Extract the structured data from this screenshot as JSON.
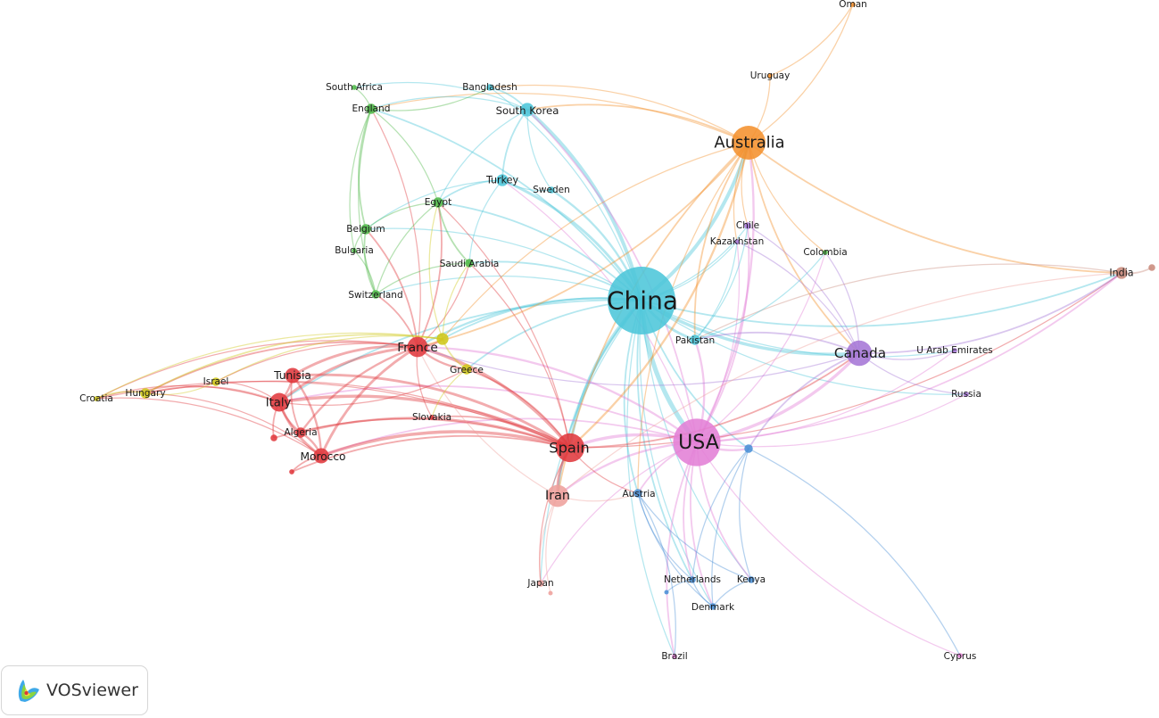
{
  "app": {
    "brand_label": "VOSviewer"
  },
  "clusters": {
    "red": "#e0393e",
    "green": "#4fb848",
    "blue": "#4a8fd6",
    "yellow": "#cfc71a",
    "purple": "#a576d6",
    "cyan": "#4cc6d9",
    "orange": "#f4912d",
    "brown": "#c98b7c",
    "pink": "#e27fd6",
    "salmon": "#eea09c"
  },
  "nodes": [
    {
      "id": "china",
      "label": "China",
      "cluster": "cyan",
      "weight": 40
    },
    {
      "id": "usa",
      "label": "USA",
      "cluster": "pink",
      "weight": 28
    },
    {
      "id": "spain",
      "label": "Spain",
      "cluster": "red",
      "weight": 17
    },
    {
      "id": "australia",
      "label": "Australia",
      "cluster": "orange",
      "weight": 20
    },
    {
      "id": "canada",
      "label": "Canada",
      "cluster": "purple",
      "weight": 15
    },
    {
      "id": "france",
      "label": "France",
      "cluster": "red",
      "weight": 12
    },
    {
      "id": "italy",
      "label": "Italy",
      "cluster": "red",
      "weight": 11
    },
    {
      "id": "iran",
      "label": "Iran",
      "cluster": "salmon",
      "weight": 13
    },
    {
      "id": "morocco",
      "label": "Morocco",
      "cluster": "red",
      "weight": 9
    },
    {
      "id": "tunisia",
      "label": "Tunisia",
      "cluster": "red",
      "weight": 9
    },
    {
      "id": "southkorea",
      "label": "South Korea",
      "cluster": "cyan",
      "weight": 8
    },
    {
      "id": "turkey",
      "label": "Turkey",
      "cluster": "cyan",
      "weight": 7
    },
    {
      "id": "india",
      "label": "India",
      "cluster": "brown",
      "weight": 7
    },
    {
      "id": "pakistan",
      "label": "Pakistan",
      "cluster": "cyan",
      "weight": 6
    },
    {
      "id": "greece",
      "label": "Greece",
      "cluster": "yellow",
      "weight": 6
    },
    {
      "id": "hungary",
      "label": "Hungary",
      "cluster": "yellow",
      "weight": 6
    },
    {
      "id": "egypt",
      "label": "Egypt",
      "cluster": "green",
      "weight": 6
    },
    {
      "id": "belgium",
      "label": "Belgium",
      "cluster": "green",
      "weight": 6
    },
    {
      "id": "england",
      "label": "England",
      "cluster": "green",
      "weight": 6
    },
    {
      "id": "saudi",
      "label": "Saudi Arabia",
      "cluster": "green",
      "weight": 5
    },
    {
      "id": "switzerland",
      "label": "Switzerland",
      "cluster": "green",
      "weight": 5
    },
    {
      "id": "algeria",
      "label": "Algeria",
      "cluster": "red",
      "weight": 6
    },
    {
      "id": "sweden",
      "label": "Sweden",
      "cluster": "cyan",
      "weight": 4
    },
    {
      "id": "austria",
      "label": "Austria",
      "cluster": "blue",
      "weight": 5
    },
    {
      "id": "netherlands",
      "label": "Netherlands",
      "cluster": "blue",
      "weight": 4
    },
    {
      "id": "kenya",
      "label": "Kenya",
      "cluster": "blue",
      "weight": 4
    },
    {
      "id": "denmark",
      "label": "Denmark",
      "cluster": "blue",
      "weight": 4
    },
    {
      "id": "japan",
      "label": "Japan",
      "cluster": "salmon",
      "weight": 4
    },
    {
      "id": "israel",
      "label": "Israel",
      "cluster": "yellow",
      "weight": 5
    },
    {
      "id": "croatia",
      "label": "Croatia",
      "cluster": "yellow",
      "weight": 3
    },
    {
      "id": "slovakia",
      "label": "Slovakia",
      "cluster": "red",
      "weight": 3
    },
    {
      "id": "bulgaria",
      "label": "Bulgaria",
      "cluster": "green",
      "weight": 3
    },
    {
      "id": "southafrica",
      "label": "South Africa",
      "cluster": "green",
      "weight": 3
    },
    {
      "id": "bangladesh",
      "label": "Bangladesh",
      "cluster": "cyan",
      "weight": 4
    },
    {
      "id": "uruguay",
      "label": "Uruguay",
      "cluster": "orange",
      "weight": 3
    },
    {
      "id": "oman",
      "label": "Oman",
      "cluster": "orange",
      "weight": 3
    },
    {
      "id": "chile",
      "label": "Chile",
      "cluster": "purple",
      "weight": 4
    },
    {
      "id": "kazakhstan",
      "label": "Kazakhstan",
      "cluster": "purple",
      "weight": 3
    },
    {
      "id": "colombia",
      "label": "Colombia",
      "cluster": "green",
      "weight": 3
    },
    {
      "id": "uae",
      "label": "U Arab Emirates",
      "cluster": "purple",
      "weight": 3
    },
    {
      "id": "russia",
      "label": "Russia",
      "cluster": "purple",
      "weight": 3
    },
    {
      "id": "brazil",
      "label": "Brazil",
      "cluster": "pink",
      "weight": 3
    },
    {
      "id": "cyprus",
      "label": "Cyprus",
      "cluster": "pink",
      "weight": 3
    },
    {
      "id": "unlabeled_blue",
      "label": "",
      "cluster": "blue",
      "weight": 5
    },
    {
      "id": "unlabeled_yellow",
      "label": "",
      "cluster": "yellow",
      "weight": 7
    },
    {
      "id": "unlabeled_india",
      "label": "",
      "cluster": "brown",
      "weight": 4
    },
    {
      "id": "unlabeled_red1",
      "label": "",
      "cluster": "red",
      "weight": 4
    },
    {
      "id": "unlabeled_red2",
      "label": "",
      "cluster": "red",
      "weight": 3
    },
    {
      "id": "unlabeled_japan",
      "label": "",
      "cluster": "salmon",
      "weight": 2
    },
    {
      "id": "unlabeled_nl",
      "label": "",
      "cluster": "blue",
      "weight": 2
    }
  ],
  "links": [
    [
      "china",
      "usa",
      8
    ],
    [
      "china",
      "spain",
      5
    ],
    [
      "china",
      "australia",
      6
    ],
    [
      "china",
      "canada",
      5
    ],
    [
      "china",
      "southkorea",
      6
    ],
    [
      "china",
      "turkey",
      4
    ],
    [
      "china",
      "france",
      3
    ],
    [
      "china",
      "italy",
      2
    ],
    [
      "china",
      "iran",
      3
    ],
    [
      "china",
      "pakistan",
      4
    ],
    [
      "china",
      "india",
      2
    ],
    [
      "china",
      "sweden",
      3
    ],
    [
      "china",
      "egypt",
      2
    ],
    [
      "china",
      "saudi",
      2
    ],
    [
      "china",
      "austria",
      2
    ],
    [
      "china",
      "netherlands",
      2
    ],
    [
      "china",
      "kenya",
      1
    ],
    [
      "china",
      "denmark",
      1
    ],
    [
      "china",
      "japan",
      1
    ],
    [
      "china",
      "chile",
      1
    ],
    [
      "china",
      "kazakhstan",
      1
    ],
    [
      "china",
      "uae",
      1
    ],
    [
      "china",
      "russia",
      1
    ],
    [
      "china",
      "brazil",
      1
    ],
    [
      "china",
      "greece",
      2
    ],
    [
      "china",
      "england",
      2
    ],
    [
      "china",
      "belgium",
      1
    ],
    [
      "china",
      "switzerland",
      1
    ],
    [
      "china",
      "bangladesh",
      1
    ],
    [
      "china",
      "unlabeled_blue",
      2
    ],
    [
      "china",
      "unlabeled_yellow",
      2
    ],
    [
      "usa",
      "spain",
      5
    ],
    [
      "usa",
      "australia",
      3
    ],
    [
      "usa",
      "canada",
      5
    ],
    [
      "usa",
      "france",
      3
    ],
    [
      "usa",
      "iran",
      3
    ],
    [
      "usa",
      "pakistan",
      3
    ],
    [
      "usa",
      "india",
      2
    ],
    [
      "usa",
      "italy",
      2
    ],
    [
      "usa",
      "austria",
      2
    ],
    [
      "usa",
      "netherlands",
      2
    ],
    [
      "usa",
      "kenya",
      2
    ],
    [
      "usa",
      "denmark",
      2
    ],
    [
      "usa",
      "brazil",
      2
    ],
    [
      "usa",
      "cyprus",
      1
    ],
    [
      "usa",
      "chile",
      2
    ],
    [
      "usa",
      "kazakhstan",
      1
    ],
    [
      "usa",
      "unlabeled_blue",
      3
    ],
    [
      "usa",
      "russia",
      1
    ],
    [
      "usa",
      "uae",
      1
    ],
    [
      "usa",
      "japan",
      1
    ],
    [
      "usa",
      "colombia",
      1
    ],
    [
      "usa",
      "southkorea",
      2
    ],
    [
      "usa",
      "turkey",
      1
    ],
    [
      "usa",
      "morocco",
      2
    ],
    [
      "spain",
      "france",
      5
    ],
    [
      "spain",
      "italy",
      5
    ],
    [
      "spain",
      "morocco",
      5
    ],
    [
      "spain",
      "tunisia",
      4
    ],
    [
      "spain",
      "algeria",
      3
    ],
    [
      "spain",
      "iran",
      4
    ],
    [
      "spain",
      "australia",
      3
    ],
    [
      "spain",
      "canada",
      2
    ],
    [
      "spain",
      "greece",
      2
    ],
    [
      "spain",
      "japan",
      1
    ],
    [
      "spain",
      "austria",
      1
    ],
    [
      "spain",
      "slovakia",
      2
    ],
    [
      "spain",
      "unlabeled_red1",
      2
    ],
    [
      "spain",
      "unlabeled_red2",
      2
    ],
    [
      "spain",
      "hungary",
      1
    ],
    [
      "spain",
      "croatia",
      1
    ],
    [
      "spain",
      "india",
      1
    ],
    [
      "spain",
      "egypt",
      1
    ],
    [
      "spain",
      "saudi",
      1
    ],
    [
      "france",
      "italy",
      4
    ],
    [
      "france",
      "morocco",
      4
    ],
    [
      "france",
      "tunisia",
      4
    ],
    [
      "france",
      "algeria",
      3
    ],
    [
      "france",
      "greece",
      3
    ],
    [
      "france",
      "unlabeled_yellow",
      3
    ],
    [
      "france",
      "hungary",
      2
    ],
    [
      "france",
      "switzerland",
      2
    ],
    [
      "france",
      "belgium",
      2
    ],
    [
      "france",
      "egypt",
      2
    ],
    [
      "france",
      "slovakia",
      1
    ],
    [
      "france",
      "israel",
      1
    ],
    [
      "france",
      "croatia",
      1
    ],
    [
      "france",
      "australia",
      2
    ],
    [
      "france",
      "canada",
      1
    ],
    [
      "france",
      "saudi",
      1
    ],
    [
      "france",
      "england",
      1
    ],
    [
      "france",
      "iran",
      1
    ],
    [
      "italy",
      "morocco",
      4
    ],
    [
      "italy",
      "tunisia",
      3
    ],
    [
      "italy",
      "algeria",
      3
    ],
    [
      "italy",
      "hungary",
      2
    ],
    [
      "italy",
      "croatia",
      1
    ],
    [
      "italy",
      "unlabeled_red1",
      2
    ],
    [
      "italy",
      "greece",
      1
    ],
    [
      "italy",
      "israel",
      1
    ],
    [
      "morocco",
      "tunisia",
      3
    ],
    [
      "morocco",
      "algeria",
      3
    ],
    [
      "morocco",
      "unlabeled_red2",
      2
    ],
    [
      "morocco",
      "hungary",
      1
    ],
    [
      "morocco",
      "croatia",
      1
    ],
    [
      "tunisia",
      "algeria",
      2
    ],
    [
      "australia",
      "canada",
      2
    ],
    [
      "australia",
      "iran",
      2
    ],
    [
      "australia",
      "india",
      2
    ],
    [
      "australia",
      "pakistan",
      2
    ],
    [
      "australia",
      "uruguay",
      1
    ],
    [
      "australia",
      "oman",
      1
    ],
    [
      "australia",
      "chile",
      1
    ],
    [
      "australia",
      "colombia",
      1
    ],
    [
      "australia",
      "southkorea",
      2
    ],
    [
      "australia",
      "england",
      1
    ],
    [
      "australia",
      "bangladesh",
      1
    ],
    [
      "australia",
      "kazakhstan",
      1
    ],
    [
      "australia",
      "unlabeled_yellow",
      1
    ],
    [
      "australia",
      "austria",
      1
    ],
    [
      "uruguay",
      "oman",
      1
    ],
    [
      "canada",
      "uae",
      1
    ],
    [
      "canada",
      "russia",
      1
    ],
    [
      "canada",
      "india",
      2
    ],
    [
      "canada",
      "pakistan",
      2
    ],
    [
      "canada",
      "unlabeled_blue",
      2
    ],
    [
      "canada",
      "chile",
      1
    ],
    [
      "canada",
      "kazakhstan",
      1
    ],
    [
      "canada",
      "colombia",
      1
    ],
    [
      "india",
      "unlabeled_india",
      2
    ],
    [
      "india",
      "iran",
      1
    ],
    [
      "india",
      "pakistan",
      1
    ],
    [
      "southkorea",
      "turkey",
      2
    ],
    [
      "southkorea",
      "bangladesh",
      2
    ],
    [
      "southkorea",
      "egypt",
      1
    ],
    [
      "southkorea",
      "sweden",
      1
    ],
    [
      "southkorea",
      "england",
      1
    ],
    [
      "southkorea",
      "southafrica",
      1
    ],
    [
      "turkey",
      "egypt",
      2
    ],
    [
      "turkey",
      "saudi",
      1
    ],
    [
      "turkey",
      "sweden",
      1
    ],
    [
      "turkey",
      "belgium",
      1
    ],
    [
      "egypt",
      "saudi",
      2
    ],
    [
      "egypt",
      "england",
      1
    ],
    [
      "egypt",
      "belgium",
      1
    ],
    [
      "egypt",
      "switzerland",
      1
    ],
    [
      "egypt",
      "unlabeled_yellow",
      1
    ],
    [
      "england",
      "southafrica",
      1
    ],
    [
      "england",
      "belgium",
      2
    ],
    [
      "england",
      "switzerland",
      1
    ],
    [
      "england",
      "bangladesh",
      1
    ],
    [
      "england",
      "bulgaria",
      1
    ],
    [
      "belgium",
      "bulgaria",
      1
    ],
    [
      "belgium",
      "switzerland",
      2
    ],
    [
      "switzerland",
      "bulgaria",
      1
    ],
    [
      "saudi",
      "switzerland",
      1
    ],
    [
      "saudi",
      "unlabeled_yellow",
      1
    ],
    [
      "unlabeled_yellow",
      "greece",
      2
    ],
    [
      "unlabeled_yellow",
      "hungary",
      2
    ],
    [
      "unlabeled_yellow",
      "croatia",
      1
    ],
    [
      "unlabeled_yellow",
      "israel",
      1
    ],
    [
      "hungary",
      "croatia",
      2
    ],
    [
      "hungary",
      "israel",
      1
    ],
    [
      "iran",
      "japan",
      1
    ],
    [
      "iran",
      "unlabeled_japan",
      1
    ],
    [
      "iran",
      "austria",
      1
    ],
    [
      "austria",
      "netherlands",
      1
    ],
    [
      "austria",
      "kenya",
      1
    ],
    [
      "austria",
      "denmark",
      1
    ],
    [
      "unlabeled_blue",
      "kenya",
      1
    ],
    [
      "unlabeled_blue",
      "netherlands",
      1
    ],
    [
      "unlabeled_blue",
      "denmark",
      1
    ],
    [
      "netherlands",
      "unlabeled_nl",
      1
    ],
    [
      "netherlands",
      "denmark",
      1
    ],
    [
      "kenya",
      "denmark",
      1
    ],
    [
      "pakistan",
      "kazakhstan",
      1
    ],
    [
      "pakistan",
      "chile",
      1
    ],
    [
      "pakistan",
      "colombia",
      1
    ],
    [
      "greece",
      "slovakia",
      1
    ],
    [
      "brazil",
      "austria",
      1
    ],
    [
      "cyprus",
      "unlabeled_blue",
      1
    ]
  ]
}
